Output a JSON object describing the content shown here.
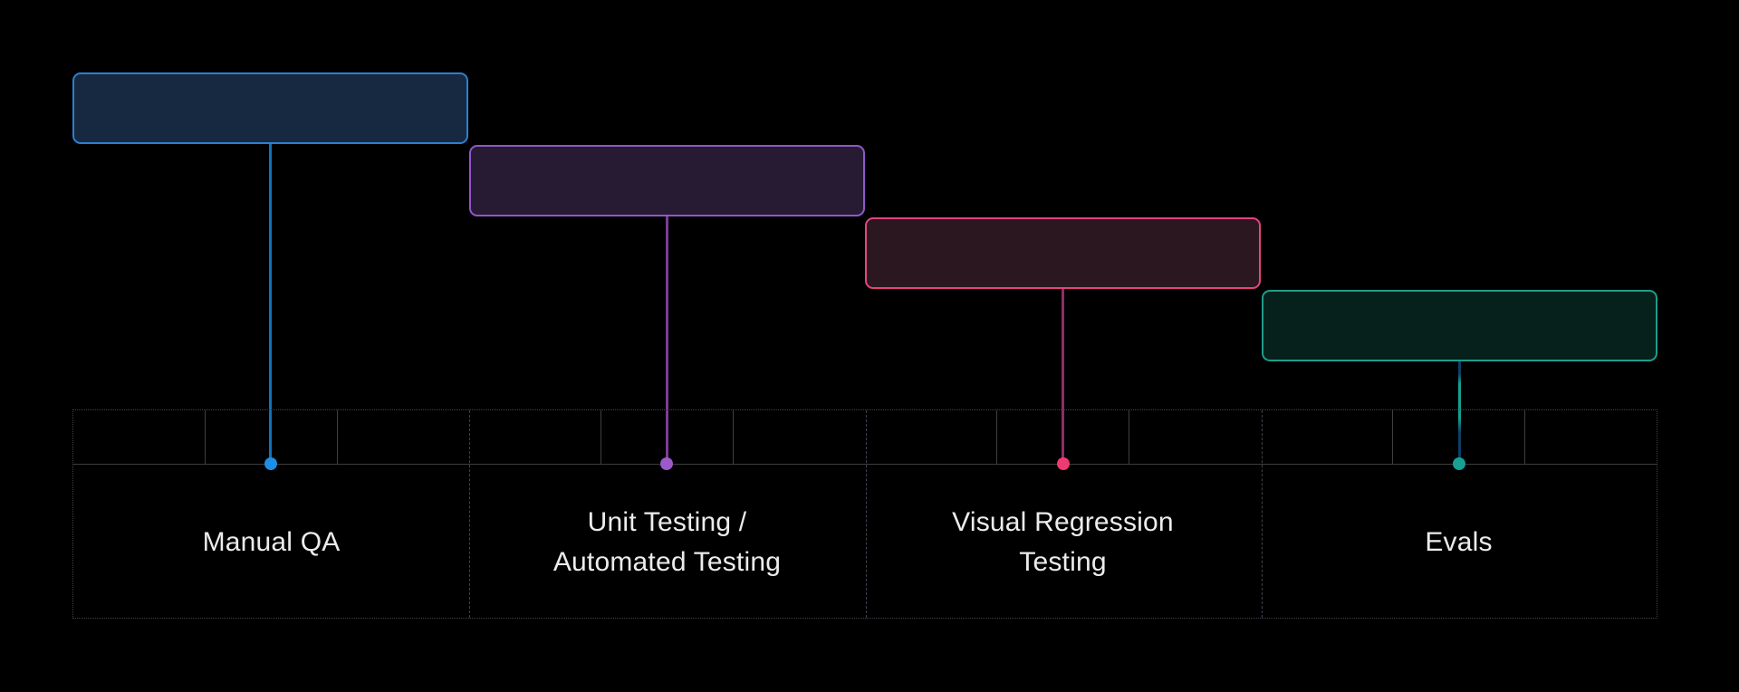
{
  "diagram": {
    "background": "#000000",
    "label_color": "#ececec",
    "grid": {
      "ticks_per_stage": 3,
      "outer_border_color": "#45404d",
      "tick_line_color": "#3f3f3f",
      "section_divider_color": "#45404d"
    },
    "stages": [
      {
        "id": "manual-qa",
        "label": "Manual QA",
        "label_lines": [
          "Manual QA"
        ],
        "box_fill": "#162940",
        "box_border": "#2d7fd2",
        "line_color": "#1371ba",
        "dot_color": "#1e8ee4"
      },
      {
        "id": "unit-automated-testing",
        "label": "Unit Testing / Automated Testing",
        "label_lines": [
          "Unit Testing /",
          "Automated Testing"
        ],
        "box_fill": "#261b33",
        "box_border": "#9058c9",
        "line_color": "#7c3d96",
        "dot_color": "#9c59cb"
      },
      {
        "id": "visual-regression-testing",
        "label": "Visual Regression Testing",
        "label_lines": [
          "Visual Regression",
          "Testing"
        ],
        "box_fill": "#2b1720",
        "box_border": "#e4447f",
        "line_color": "#902b66",
        "dot_color": "#ee3a72"
      },
      {
        "id": "evals",
        "label": "Evals",
        "label_lines": [
          "Evals"
        ],
        "box_fill": "#06211b",
        "box_border": "#1f9c8b",
        "line_color_gradient": [
          "#0e3f66",
          "#16a090",
          "#0d3e63"
        ],
        "dot_color": "#17a193"
      }
    ]
  }
}
